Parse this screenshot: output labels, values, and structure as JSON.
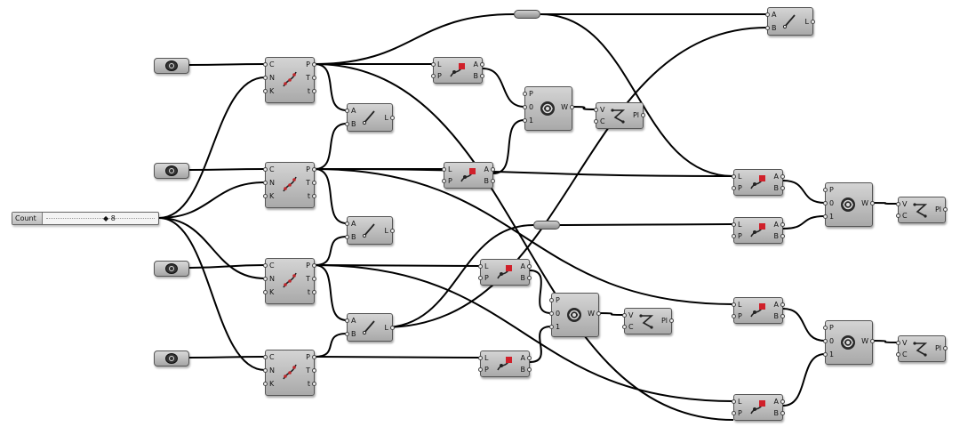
{
  "slider": {
    "label": "Count",
    "value": "◆ 8"
  },
  "ports": {
    "C": "C",
    "N": "N",
    "K": "K",
    "P": "P",
    "T": "T",
    "t": "t",
    "L": "L",
    "A": "A",
    "B": "B",
    "zero": "0",
    "one": "1",
    "W": "W",
    "V": "V",
    "Pl": "Pl"
  },
  "colors": {
    "wire": "#000000",
    "node_top": "#d4d4d4",
    "node_bottom": "#a9a9a9",
    "canvas": "#ffffff"
  },
  "icons": {
    "curve_source": "curve-param-icon",
    "divide": "divide-curve-icon",
    "line": "line-icon",
    "evaluate": "evaluate-length-icon",
    "weave": "weave-icon",
    "polyline": "polyline-icon"
  }
}
